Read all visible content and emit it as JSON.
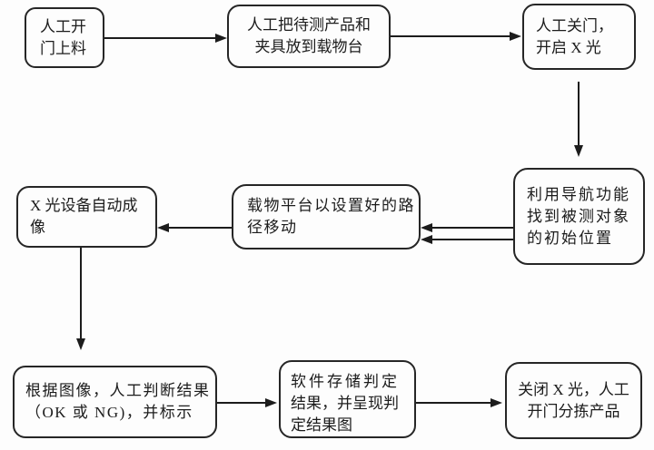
{
  "colors": {
    "background": "#fdfdfd",
    "line": "#1c1c1c",
    "node_border": "#262626",
    "text": "#1c1c1c"
  },
  "nodes": [
    {
      "id": "manual-open-door-loading",
      "lines": [
        "人工开",
        "门上料"
      ]
    },
    {
      "id": "place-product-on-stage",
      "lines": [
        "人工把待测产品和",
        "夹具放到载物台"
      ]
    },
    {
      "id": "close-door-start-xray",
      "lines": [
        "人工关门，",
        "开启 X 光"
      ]
    },
    {
      "id": "navigate-initial-position",
      "lines": [
        "利用导航功能",
        "找到被测对象",
        "的初始位置"
      ]
    },
    {
      "id": "stage-moves-along-path",
      "lines": [
        "载物平台以设置好的路",
        "径移动"
      ]
    },
    {
      "id": "xray-auto-imaging",
      "lines": [
        "X 光设备自动成",
        "像"
      ]
    },
    {
      "id": "manual-judge-result",
      "lines": [
        "根据图像，人工判断结果",
        "（OK 或 NG)，并标示"
      ]
    },
    {
      "id": "software-store-result",
      "lines": [
        "软件存储判定",
        "结果，并呈现判",
        "定结果图"
      ]
    },
    {
      "id": "xray-off-sort-product",
      "lines": [
        "关闭 X 光，人工",
        "开门分拣产品"
      ]
    }
  ],
  "edges": [
    {
      "from": "manual-open-door-loading",
      "to": "place-product-on-stage",
      "direction": "right",
      "style": "single"
    },
    {
      "from": "place-product-on-stage",
      "to": "close-door-start-xray",
      "direction": "right",
      "style": "single"
    },
    {
      "from": "close-door-start-xray",
      "to": "navigate-initial-position",
      "direction": "down",
      "style": "single"
    },
    {
      "from": "navigate-initial-position",
      "to": "stage-moves-along-path",
      "direction": "left",
      "style": "double"
    },
    {
      "from": "stage-moves-along-path",
      "to": "xray-auto-imaging",
      "direction": "left",
      "style": "single"
    },
    {
      "from": "xray-auto-imaging",
      "to": "manual-judge-result",
      "direction": "down",
      "style": "single"
    },
    {
      "from": "manual-judge-result",
      "to": "software-store-result",
      "direction": "right",
      "style": "single"
    },
    {
      "from": "software-store-result",
      "to": "xray-off-sort-product",
      "direction": "right",
      "style": "single"
    }
  ]
}
